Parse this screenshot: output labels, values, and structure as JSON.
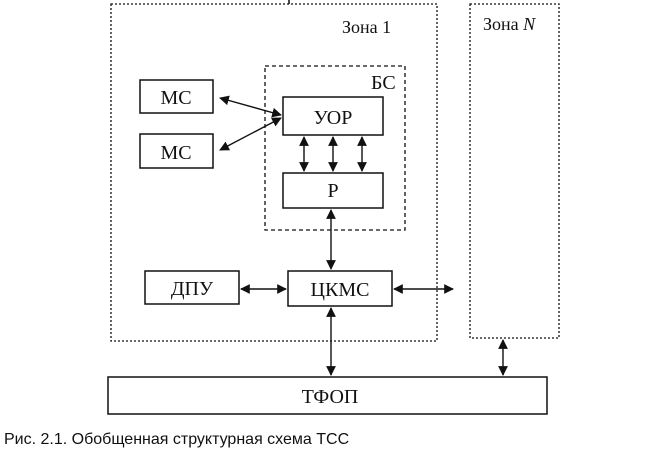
{
  "zones": {
    "zone1_label": "Зона 1",
    "zoneN_label_prefix": "Зона ",
    "zoneN_label_var": "N"
  },
  "blocks": {
    "bs": "БС",
    "uor": "УОР",
    "r": "Р",
    "ms1": "МС",
    "ms2": "МС",
    "dpu": "ДПУ",
    "ckms": "ЦКМС",
    "tfop": "ТФОП"
  },
  "caption": {
    "prefix": "Рис. 2.1.",
    "text": "Обобщенная структурная схема ТСС"
  },
  "colors": {
    "line": "#111111",
    "background": "#ffffff"
  }
}
